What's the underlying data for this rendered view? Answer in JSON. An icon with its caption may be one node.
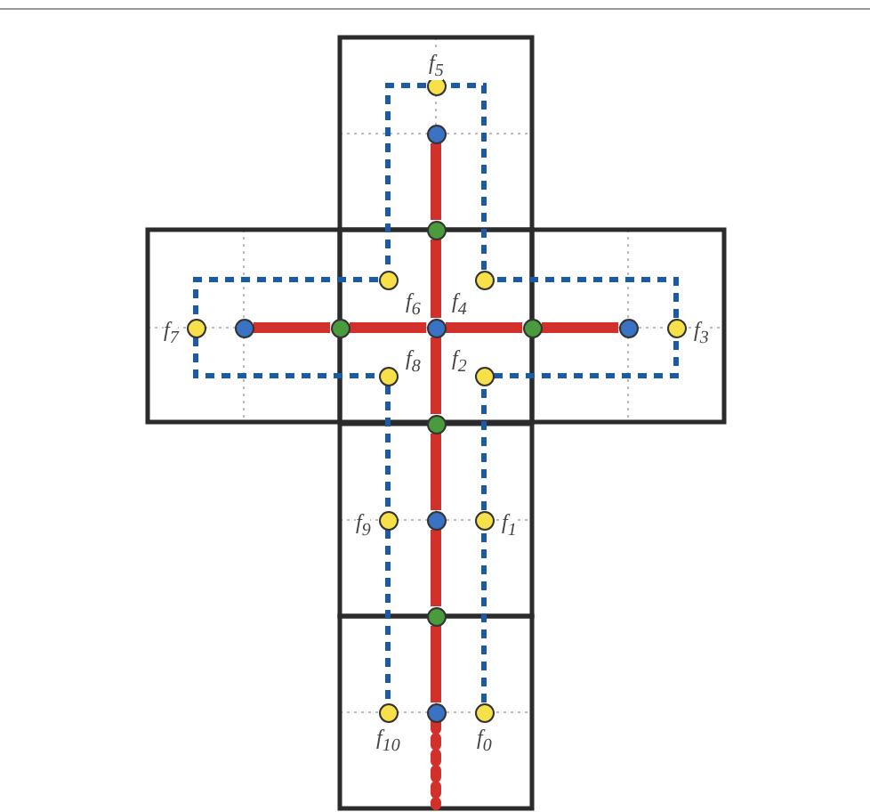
{
  "diagram": {
    "nodes": [
      {
        "text": [],
        "shape": "circle",
        "beside": [
          "f$_{5}$"
        ]
      },
      {
        "text": [],
        "shape": "circle"
      },
      {
        "text": [],
        "shape": "circle"
      },
      {
        "text": [],
        "shape": "circle",
        "beside": [
          "f$_{6}$"
        ]
      },
      {
        "text": [],
        "shape": "circle",
        "beside": [
          "f$_{4}$"
        ]
      },
      {
        "text": [],
        "shape": "circle",
        "beside": [
          "f$_{7}$"
        ]
      },
      {
        "text": [],
        "shape": "circle"
      },
      {
        "text": [],
        "shape": "circle"
      },
      {
        "text": [],
        "shape": "circle"
      },
      {
        "text": [],
        "shape": "circle"
      },
      {
        "text": [],
        "shape": "circle"
      },
      {
        "text": [],
        "shape": "circle",
        "beside": [
          "f$_{3}$"
        ]
      },
      {
        "text": [],
        "shape": "circle",
        "beside": [
          "f$_{8}$"
        ]
      },
      {
        "text": [],
        "shape": "circle",
        "beside": [
          "f$_{2}$"
        ]
      },
      {
        "text": [],
        "shape": "circle"
      },
      {
        "text": [],
        "shape": "circle",
        "beside": [
          "f$_{9}$"
        ]
      },
      {
        "text": [],
        "shape": "circle"
      },
      {
        "text": [],
        "shape": "circle",
        "beside": [
          "f$_{1}$"
        ]
      },
      {
        "text": [],
        "shape": "circle"
      },
      {
        "text": [],
        "shape": "circle",
        "beside": [
          "f$_{10}$"
        ]
      },
      {
        "text": [],
        "shape": "circle"
      },
      {
        "text": [],
        "shape": "circle",
        "beside": [
          "f$_{0}$"
        ]
      }
    ],
    "edges": [
      {
        "from": 1,
        "to": 2,
        "arrow": "none"
      },
      {
        "from": 2,
        "to": 8,
        "arrow": "none"
      },
      {
        "from": 6,
        "to": 7,
        "arrow": "none"
      },
      {
        "from": 7,
        "to": 8,
        "arrow": "none"
      },
      {
        "from": 8,
        "to": 9,
        "arrow": "none"
      },
      {
        "from": 9,
        "to": 10,
        "arrow": "none"
      },
      {
        "from": 8,
        "to": 14,
        "arrow": "none"
      },
      {
        "from": 14,
        "to": 16,
        "arrow": "none"
      },
      {
        "from": 16,
        "to": 18,
        "arrow": "none"
      },
      {
        "from": 18,
        "to": 20,
        "arrow": "none"
      },
      {
        "from": 20,
        "to": null,
        "arrow": "none",
        "style": "dashed"
      },
      {
        "from": 21,
        "to": 17,
        "arrow": "none",
        "style": "dashed",
        "color": "#1a5aa6"
      },
      {
        "from": 17,
        "to": 13,
        "arrow": "none",
        "style": "dashed",
        "color": "#1a5aa6"
      },
      {
        "from": 13,
        "to": 11,
        "arrow": "none",
        "style": "dashed",
        "color": "#1a5aa6"
      },
      {
        "from": 11,
        "to": 4,
        "arrow": "none",
        "style": "dashed",
        "color": "#1a5aa6"
      },
      {
        "from": 4,
        "to": 0,
        "arrow": "none",
        "style": "dashed",
        "color": "#1a5aa6"
      },
      {
        "from": 0,
        "to": 3,
        "arrow": "none",
        "style": "dashed",
        "color": "#1a5aa6"
      },
      {
        "from": 3,
        "to": 5,
        "arrow": "none",
        "style": "dashed",
        "color": "#1a5aa6"
      },
      {
        "from": 5,
        "to": 12,
        "arrow": "none",
        "style": "dashed",
        "color": "#1a5aa6"
      },
      {
        "from": 12,
        "to": 15,
        "arrow": "none",
        "style": "dashed",
        "color": "#1a5aa6"
      },
      {
        "from": 15,
        "to": 19,
        "arrow": "none",
        "style": "dashed",
        "color": "#1a5aa6"
      }
    ]
  }
}
